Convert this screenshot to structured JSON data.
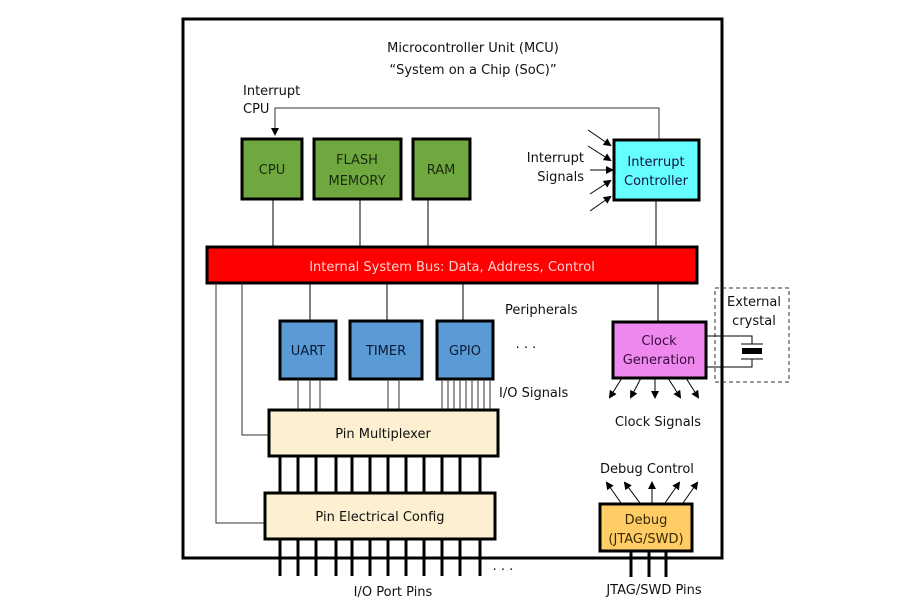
{
  "title": {
    "line1": "Microcontroller Unit (MCU)",
    "line2": "“System on a Chip (SoC)”"
  },
  "colors": {
    "core_green": "#70a840",
    "interrupt_cyan": "#66ffff",
    "bus_red": "#ff0000",
    "peripheral_blue": "#5b9bd5",
    "clock_pink": "#ee88ee",
    "pin_cream": "#fdf0d0",
    "debug_yellow": "#ffcc66"
  },
  "labels": {
    "interrupt_cpu_1": "Interrupt",
    "interrupt_cpu_2": "CPU",
    "interrupt_signals_1": "Interrupt",
    "interrupt_signals_2": "Signals",
    "peripherals": "Peripherals",
    "peripherals_more": "· · ·",
    "io_signals": "I/O Signals",
    "clock_signals": "Clock Signals",
    "external_crystal_1": "External",
    "external_crystal_2": "crystal",
    "debug_control": "Debug Control",
    "io_port_pins": "I/O Port Pins",
    "io_port_pins_more": "· · ·",
    "jtag_swd_pins": "JTAG/SWD Pins"
  },
  "blocks": {
    "cpu": "CPU",
    "flash_1": "FLASH",
    "flash_2": "MEMORY",
    "ram": "RAM",
    "interrupt_controller_1": "Interrupt",
    "interrupt_controller_2": "Controller",
    "bus": "Internal System Bus: Data, Address, Control",
    "uart": "UART",
    "timer": "TIMER",
    "gpio": "GPIO",
    "clock_1": "Clock",
    "clock_2": "Generation",
    "pin_mux": "Pin Multiplexer",
    "pin_elec": "Pin Electrical Config",
    "debug_1": "Debug",
    "debug_2": "(JTAG/SWD)"
  }
}
